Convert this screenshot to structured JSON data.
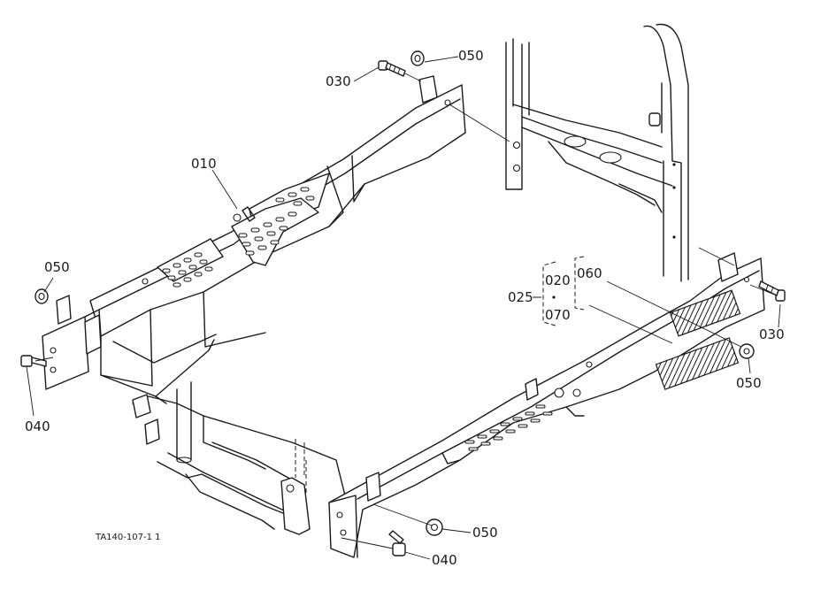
{
  "diagram": {
    "reference_code": "TA140-107-1 1",
    "callouts": {
      "p010": "010",
      "p020": "020",
      "p025": "025",
      "p030_top": "030",
      "p030_right": "030",
      "p040_left": "040",
      "p040_bottom": "040",
      "p050_top": "050",
      "p050_left": "050",
      "p050_right": "050",
      "p050_bottom": "050",
      "p060": "060",
      "p070": "070"
    }
  }
}
